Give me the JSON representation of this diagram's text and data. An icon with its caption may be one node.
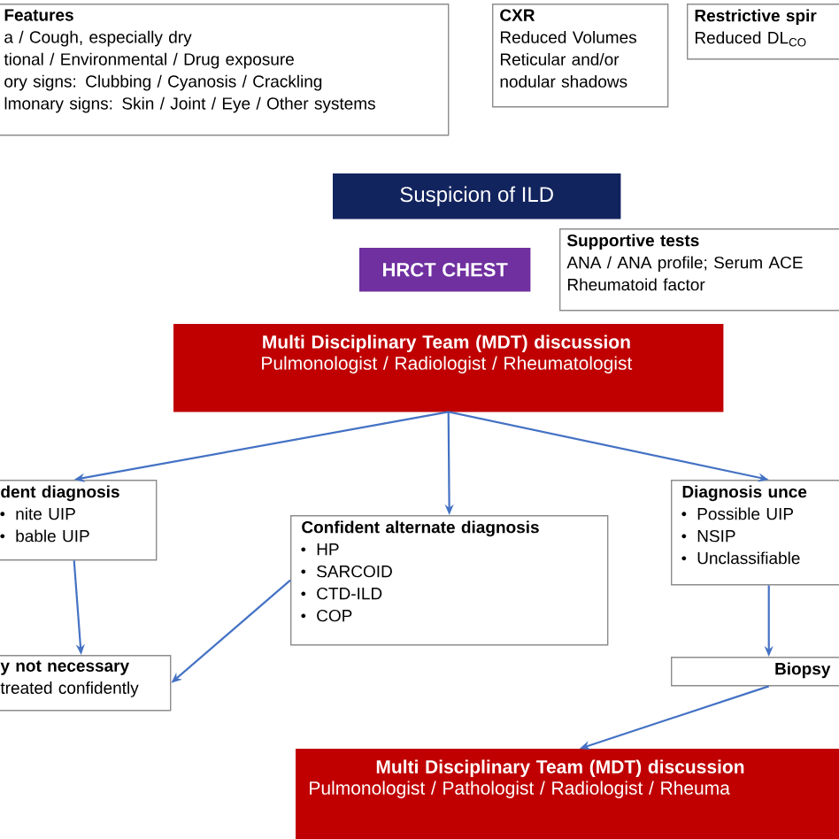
{
  "diagram": {
    "nodes": [
      {
        "text": [
          "Features",
          "a / Cough, especially dry",
          "tional / Environmental / Drug exposure",
          "ory signs: Clubbing / Cyanosis / Crackling",
          "lmonary signs: Skin / Joint / Eye / Other systems"
        ]
      },
      {
        "text": [
          "CXR",
          "Reduced Volumes Reticular and/or nodular shadows"
        ]
      },
      {
        "text": [
          "Restrictive spir",
          "Reduced DL$_{CO}$"
        ]
      },
      {
        "text": [
          "Suspicion of ILD"
        ]
      },
      {
        "text": [
          "HRCT CHEST"
        ]
      },
      {
        "text": [
          "Supportive tests",
          "ANA / ANA profile; Serum ACE Rheumatoid factor"
        ]
      },
      {
        "text": [
          "Multi Disciplinary Team (MDT) discussion",
          "Pulmonologist / Radiologist / Rheumatologist"
        ]
      },
      {
        "text": [
          "dent diagnosis",
          "nite UIP",
          "bable UIP"
        ]
      },
      {
        "text": [
          "Confident alternate diagnosis",
          "HP",
          "SARCOID",
          "CTD-ILD",
          "COP"
        ]
      },
      {
        "text": [
          "Diagnosis unce",
          "Possible UIP",
          "NSIP",
          "Unclassifiable"
        ]
      },
      {
        "text": [
          "y not necessary",
          "treated confidently"
        ]
      },
      {
        "text": [
          "Biopsy"
        ]
      },
      {
        "text": [
          "Multi Disciplinary Team (MDT) discussion",
          "Pulmonologist / Pathologist / Radiologist / Rheuma"
        ]
      }
    ],
    "edges": [
      {
        "from": 6,
        "to": 7,
        "arrow": "to"
      },
      {
        "from": 6,
        "to": 8,
        "arrow": "to"
      },
      {
        "from": 6,
        "to": 9,
        "arrow": "to"
      },
      {
        "from": 7,
        "to": 10,
        "arrow": "to"
      },
      {
        "from": 8,
        "to": 10,
        "arrow": "to"
      },
      {
        "from": 9,
        "to": 11,
        "arrow": "to"
      },
      {
        "from": 11,
        "to": 12,
        "arrow": "to"
      }
    ]
  }
}
